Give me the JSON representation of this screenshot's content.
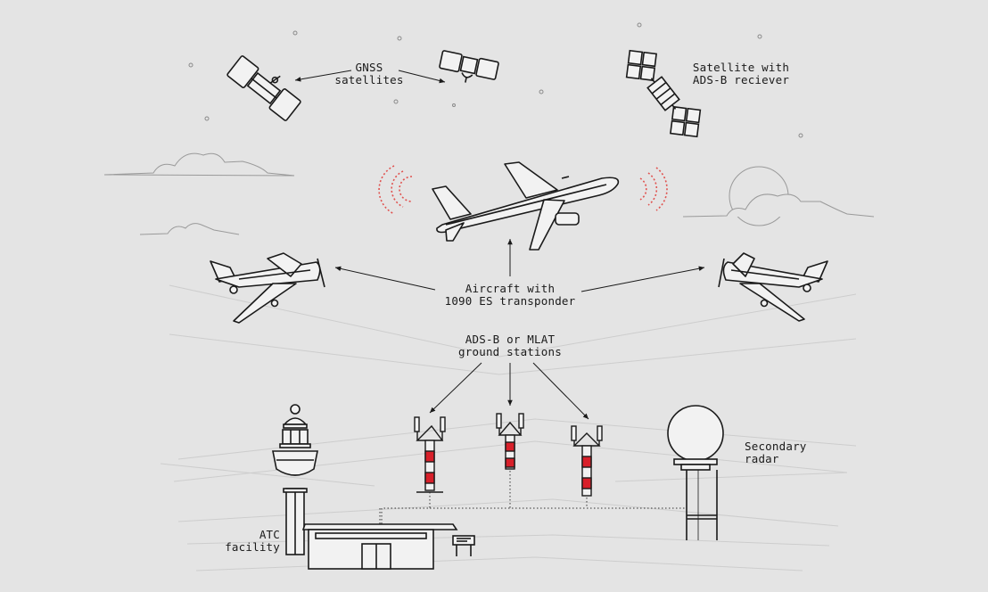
{
  "labels": {
    "gnss": {
      "line1": "GNSS",
      "line2": "satellites"
    },
    "satellite_adsb": {
      "line1": "Satellite with",
      "line2": "ADS-B reciever"
    },
    "aircraft": {
      "line1": "Aircraft with",
      "line2": "1090 ES transponder"
    },
    "ground": {
      "line1": "ADS-B or MLAT",
      "line2": "ground stations"
    },
    "radar": {
      "line1": "Secondary",
      "line2": "radar"
    },
    "atc": {
      "line1": "ATC",
      "line2": "facility"
    }
  },
  "colors": {
    "background": "#e4e4e4",
    "line": "#1a1a1a",
    "faint_line": "#c9c9c9",
    "signal_red": "#e0524f",
    "tower_red": "#d8202a"
  }
}
